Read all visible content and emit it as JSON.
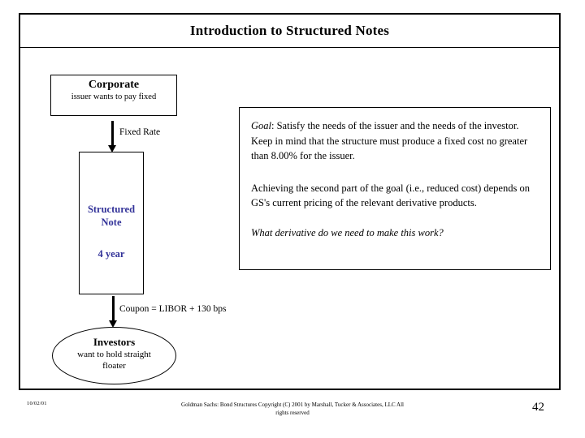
{
  "slide": {
    "title": "Introduction to Structured Notes"
  },
  "diagram": {
    "corporate": {
      "title": "Corporate",
      "subtitle": "issuer wants to pay fixed"
    },
    "arrow_fixed_rate_label": "Fixed Rate",
    "structured_note": {
      "name_line1": "Structured",
      "name_line2": "Note",
      "term": "4 year",
      "text_color": "#333399"
    },
    "arrow_coupon_label": "Coupon = LIBOR + 130 bps",
    "investors": {
      "title": "Investors",
      "subtitle_line1": "want to hold straight",
      "subtitle_line2": "floater"
    }
  },
  "info_box": {
    "goal_label": "Goal",
    "goal_text": ":  Satisfy the needs of the issuer and the needs of the investor.  Keep in mind that the structure must produce a fixed cost no greater than 8.00% for the issuer.",
    "achieving_text": "Achieving the second part of the goal (i.e., reduced cost) depends on GS's current pricing of the relevant derivative products.",
    "question_text": "What derivative do we need to make this work?"
  },
  "footer": {
    "date": "10/02/01",
    "credit": "Goldman Sachs: Bond Structures   Copyright (C) 2001 by Marshall, Tucker & Associates, LLC  All rights reserved",
    "page_number": "42"
  }
}
